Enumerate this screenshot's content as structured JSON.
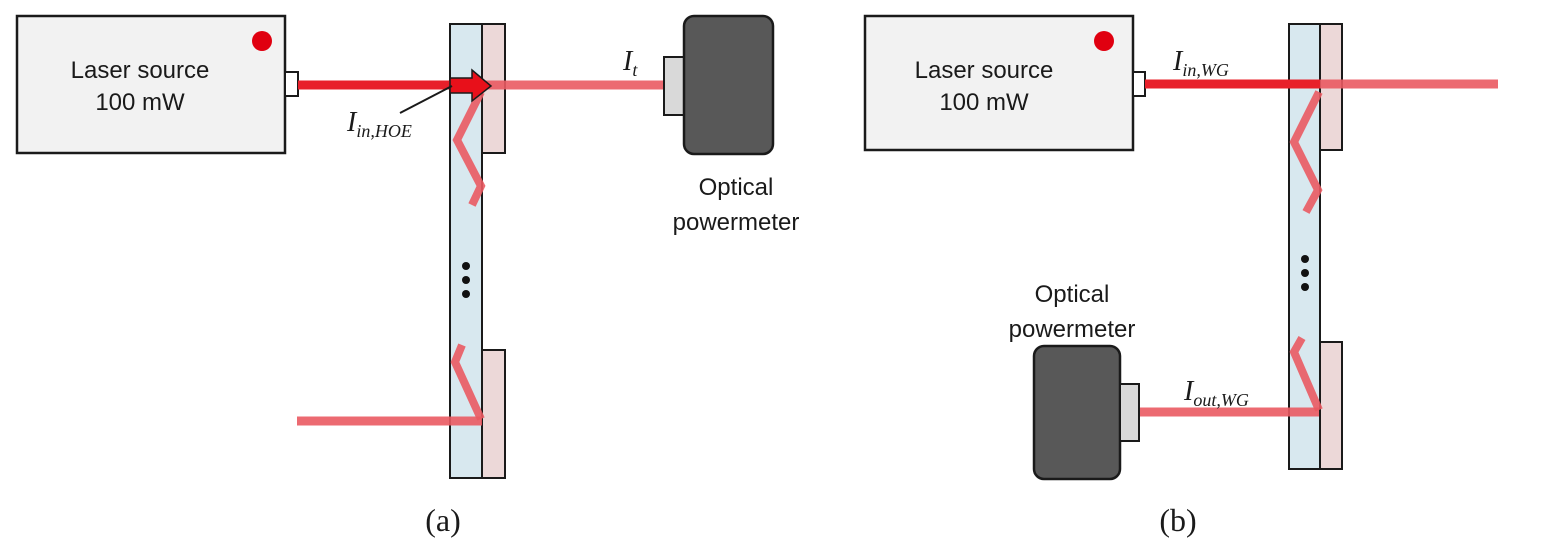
{
  "colors": {
    "beam_strong": "#e8202a",
    "beam_weak": "#ea5a62",
    "waveguide": "#d8e8ef",
    "hoe": "#ecd8d8",
    "laser_box": "#f2f2f2",
    "powermeter": "#585858",
    "connector": "#d9d9d9",
    "indicator": "#e00010"
  },
  "panel_a": {
    "label": "(a)",
    "laser": {
      "line1": "Laser source",
      "line2": "100 mW"
    },
    "powermeter": {
      "line1": "Optical",
      "line2": "powermeter"
    },
    "labels": {
      "input": {
        "main": "I",
        "sub": "in,HOE"
      },
      "transmitted": {
        "main": "I",
        "sub": "t"
      }
    },
    "ellipsis": "⋮"
  },
  "panel_b": {
    "label": "(b)",
    "laser": {
      "line1": "Laser source",
      "line2": "100 mW"
    },
    "powermeter": {
      "line1": "Optical",
      "line2": "powermeter"
    },
    "labels": {
      "input": {
        "main": "I",
        "sub": "in,WG"
      },
      "output": {
        "main": "I",
        "sub": "out,WG"
      }
    },
    "ellipsis": "⋮"
  }
}
